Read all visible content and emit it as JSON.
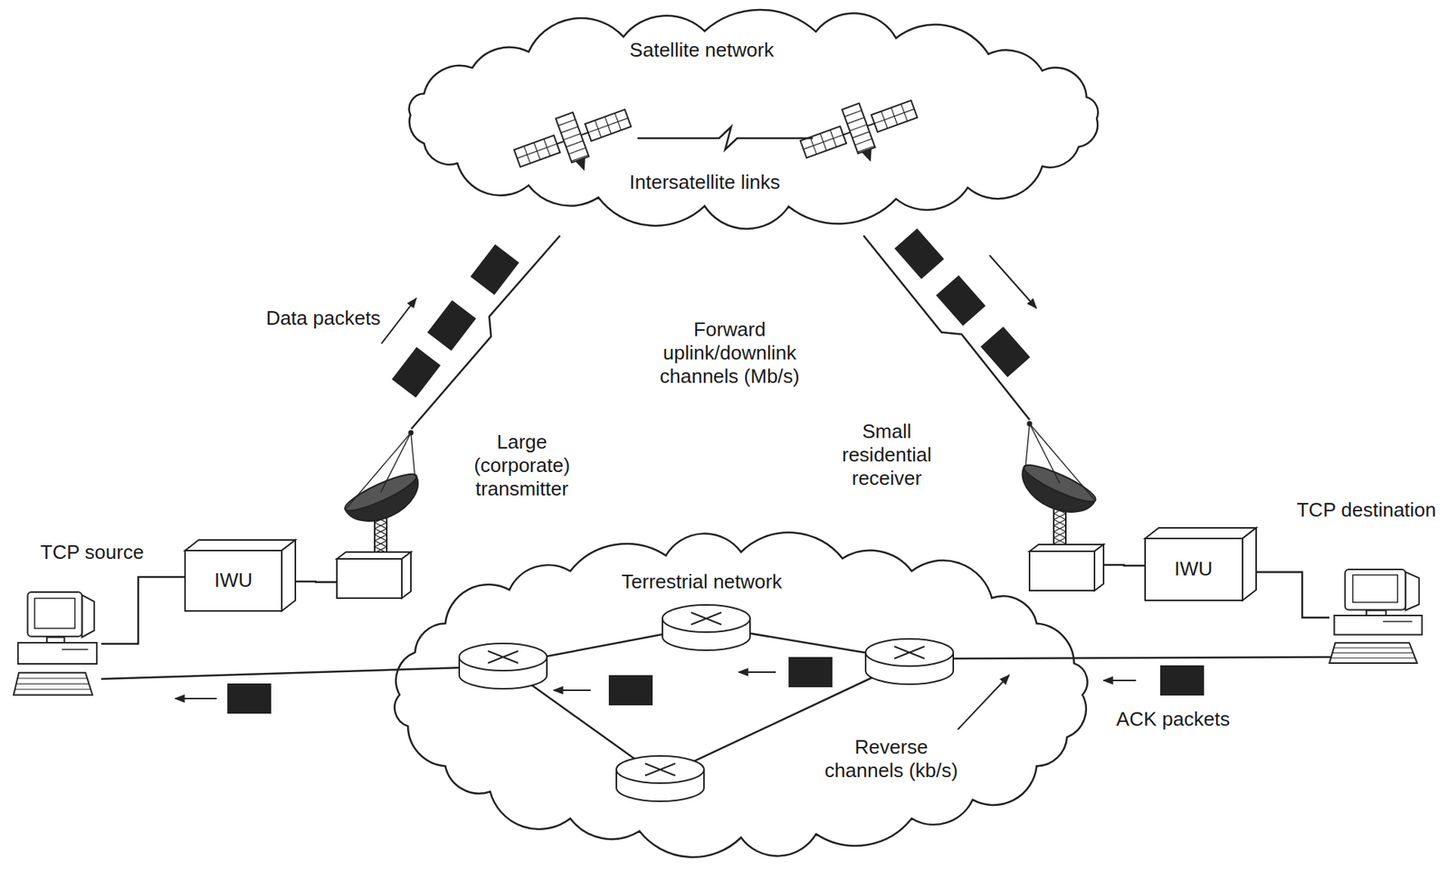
{
  "diagram": {
    "nodes": [
      {
        "text": [
          "Satellite network",
          "Intersatellite links"
        ]
      },
      {
        "text": [
          "Large (corporate) transmitter"
        ]
      },
      {
        "text": [
          "Small residential receiver"
        ]
      },
      {
        "text": [
          "TCP source"
        ]
      },
      {
        "text": [
          "IWU"
        ]
      },
      {
        "text": [
          "Terrestrial network",
          "Reverse channels (kb/s)"
        ]
      },
      {
        "text": [
          "IWU"
        ]
      },
      {
        "text": [
          "TCP destination"
        ]
      }
    ],
    "edges": [
      {
        "from": 3,
        "to": 4,
        "arrow": "none"
      },
      {
        "from": 4,
        "to": 1,
        "arrow": "none"
      },
      {
        "from": 1,
        "to": 0,
        "arrow": "none"
      },
      {
        "from": 0,
        "to": 2,
        "arrow": "none"
      },
      {
        "from": 2,
        "to": 6,
        "arrow": "none"
      },
      {
        "from": 6,
        "to": 7,
        "arrow": "none"
      }
    ],
    "labels": [
      "Data packets",
      "Forward uplink/downlink channels (Mb/s)",
      "ACK packets"
    ]
  }
}
